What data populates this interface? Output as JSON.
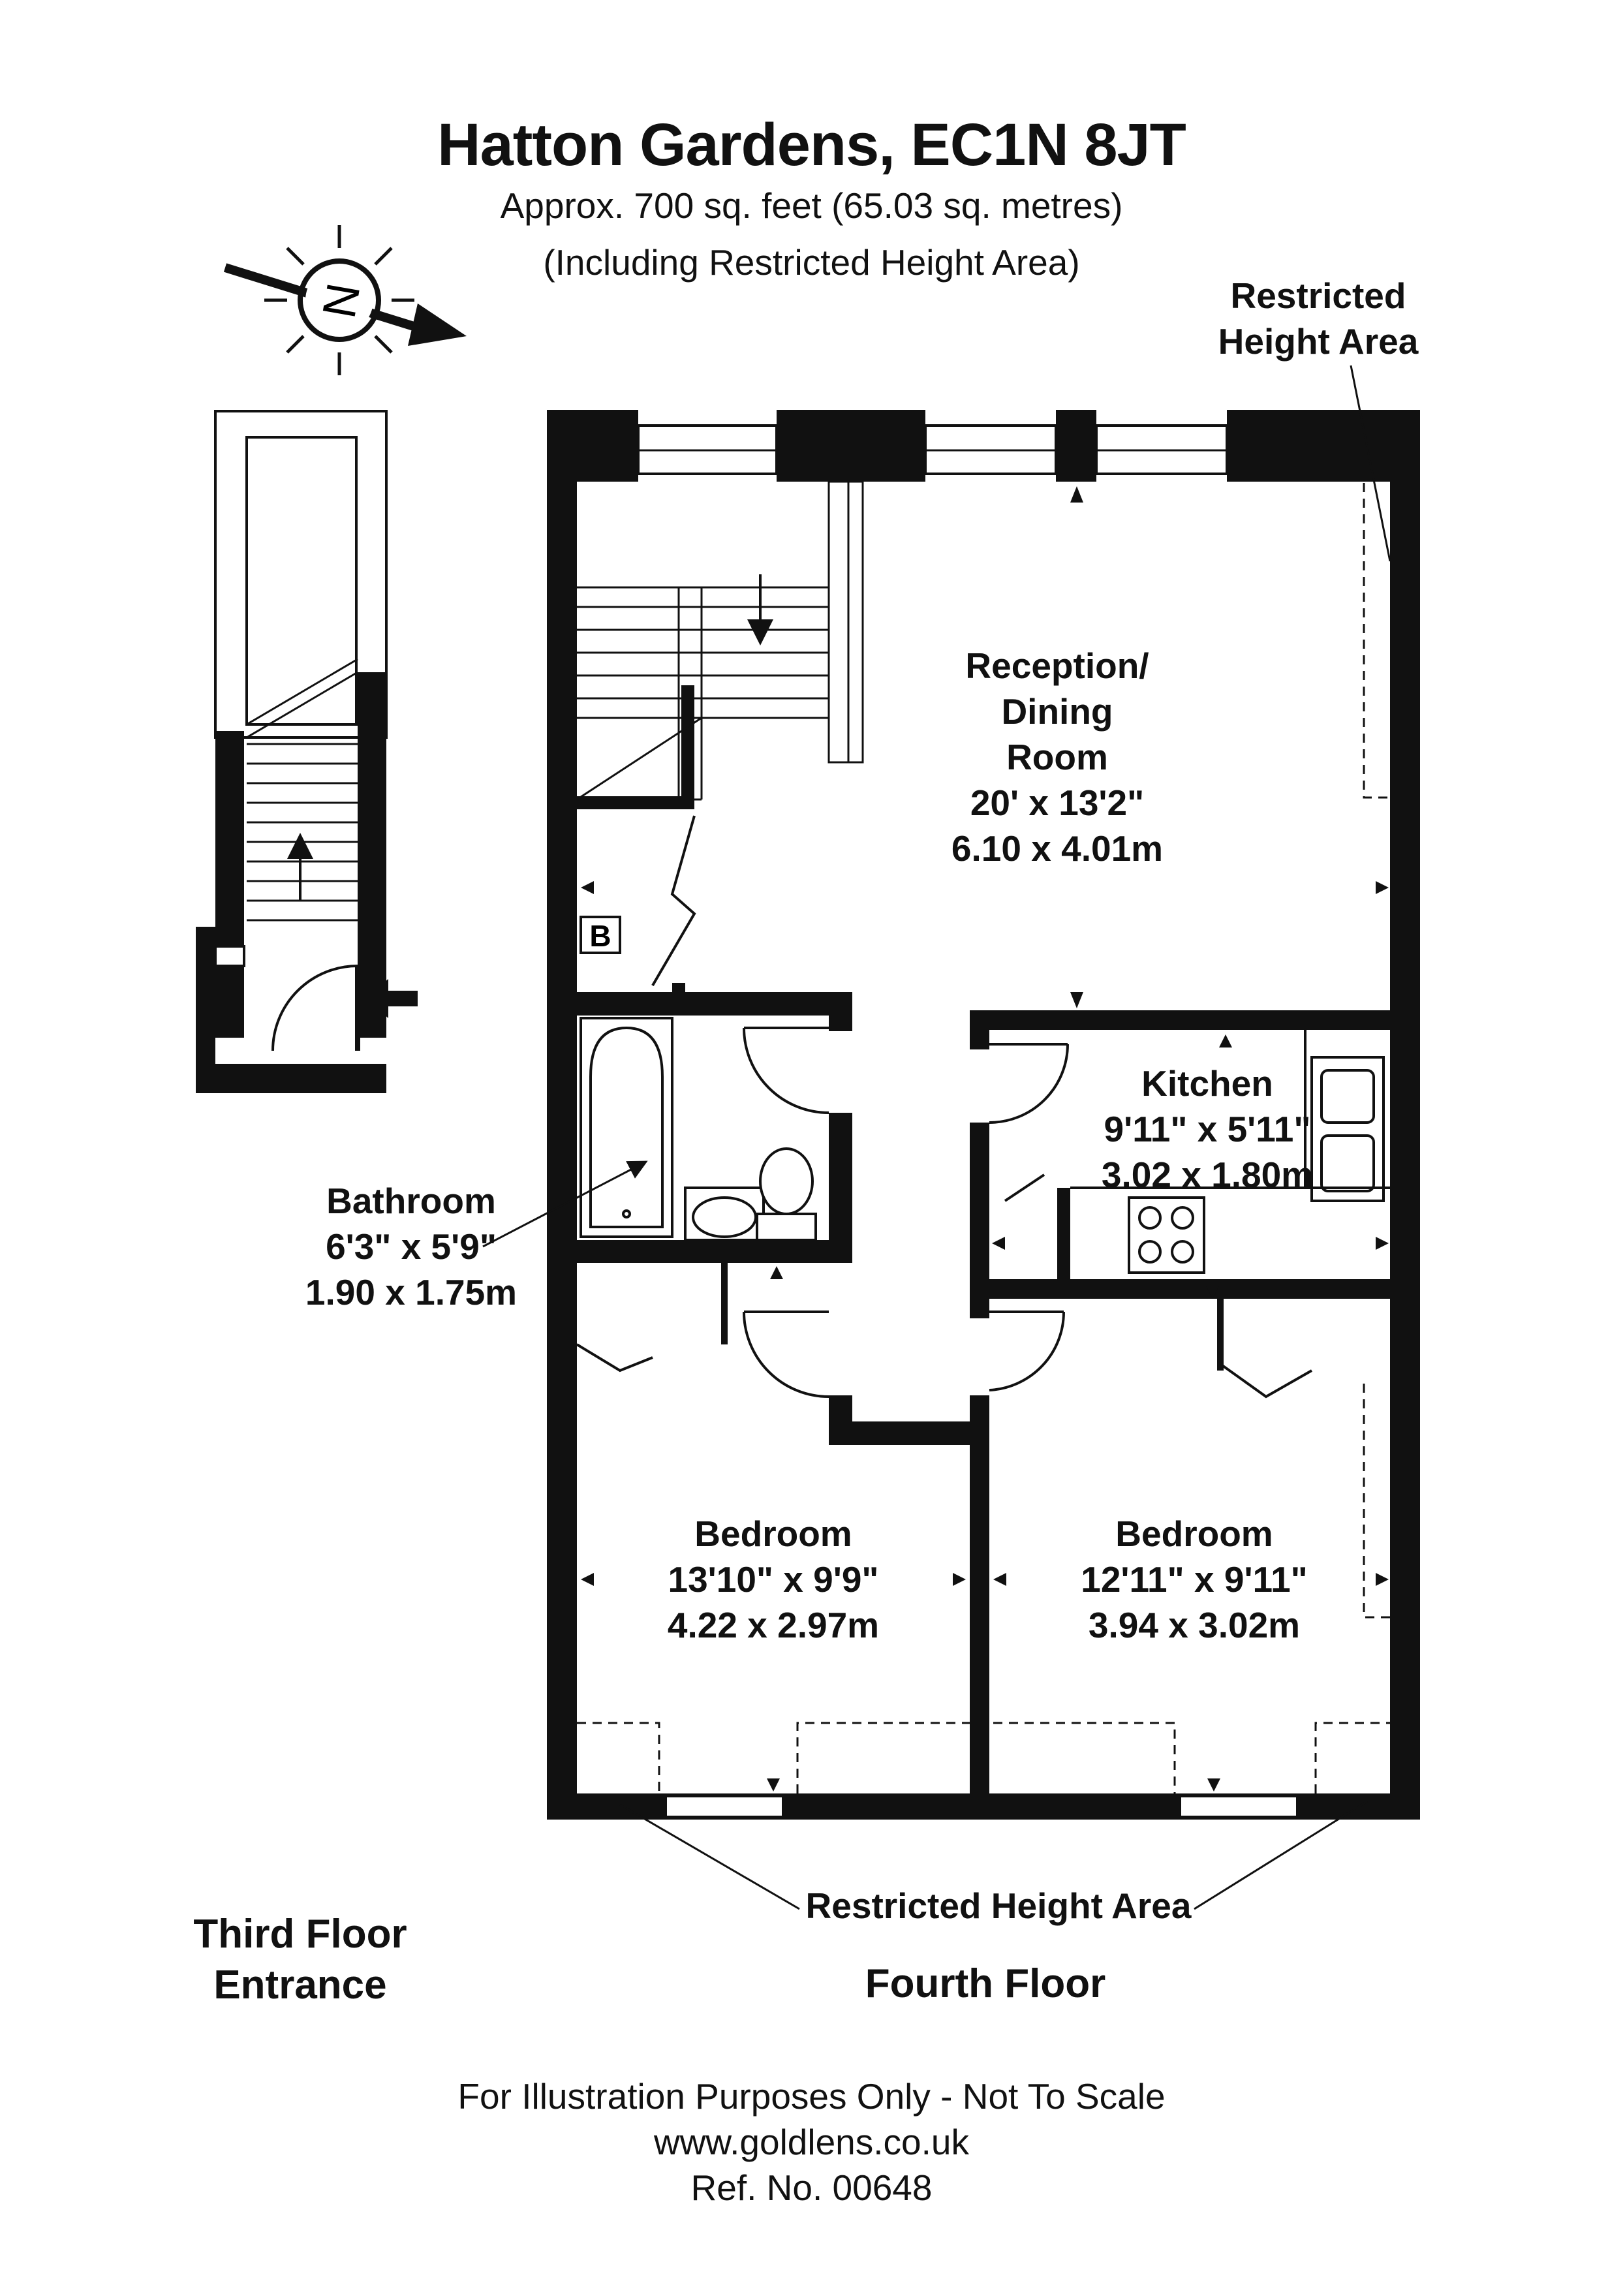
{
  "header": {
    "title": "Hatton Gardens, EC1N 8JT",
    "area": "Approx. 700 sq. feet (65.03 sq. metres)",
    "note": "(Including Restricted Height Area)"
  },
  "compass": {
    "letter": "N"
  },
  "rooms": {
    "reception": {
      "line1": "Reception/",
      "line2": "Dining",
      "line3": "Room",
      "imperial": "20' x 13'2\"",
      "metric": "6.10 x 4.01m"
    },
    "kitchen": {
      "name": "Kitchen",
      "imperial": "9'11\" x 5'11\"",
      "metric": "3.02 x 1.80m"
    },
    "bathroom": {
      "name": "Bathroom",
      "imperial": "6'3\" x 5'9\"",
      "metric": "1.90 x 1.75m"
    },
    "bedroom1": {
      "name": "Bedroom",
      "imperial": "13'10\" x 9'9\"",
      "metric": "4.22 x 2.97m"
    },
    "bedroom2": {
      "name": "Bedroom",
      "imperial": "12'11\" x 9'11\"",
      "metric": "3.94 x 3.02m"
    }
  },
  "annotations": {
    "restricted_top_line1": "Restricted",
    "restricted_top_line2": "Height Area",
    "restricted_bottom": "Restricted Height Area",
    "boiler": "B"
  },
  "floors": {
    "third_line1": "Third Floor",
    "third_line2": "Entrance",
    "fourth": "Fourth Floor"
  },
  "footer": {
    "disclaimer": "For Illustration Purposes Only - Not To Scale",
    "website": "www.goldlens.co.uk",
    "ref": "Ref. No. 00648"
  }
}
